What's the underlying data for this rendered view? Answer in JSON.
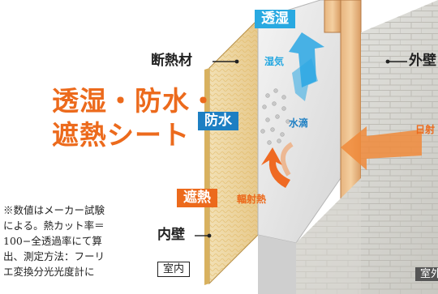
{
  "labels": {
    "insulation": "断熱材",
    "exterior_wall": "外壁",
    "interior_wall": "内壁",
    "humidity": "透湿",
    "waterproof": "防水",
    "heat_shield": "遮熱",
    "moisture": "湿気",
    "water_drops": "水滴",
    "sunlight": "日射",
    "radiant_heat": "輻射熱",
    "indoor": "室内",
    "outdoor": "室外"
  },
  "headline": {
    "line1": "透湿・防水・",
    "line2": "遮熱シート"
  },
  "note": {
    "line1": "※数値はメーカー試験",
    "line2": "による。熱カット率＝",
    "line3": "100−全透過率にて算",
    "line4": "出、測定方法：フーリ",
    "line5": "エ変換分光光度計に"
  },
  "colors": {
    "orange": "#ec6a1c",
    "blue": "#1d7fc3",
    "cyan": "#29a9e1"
  }
}
